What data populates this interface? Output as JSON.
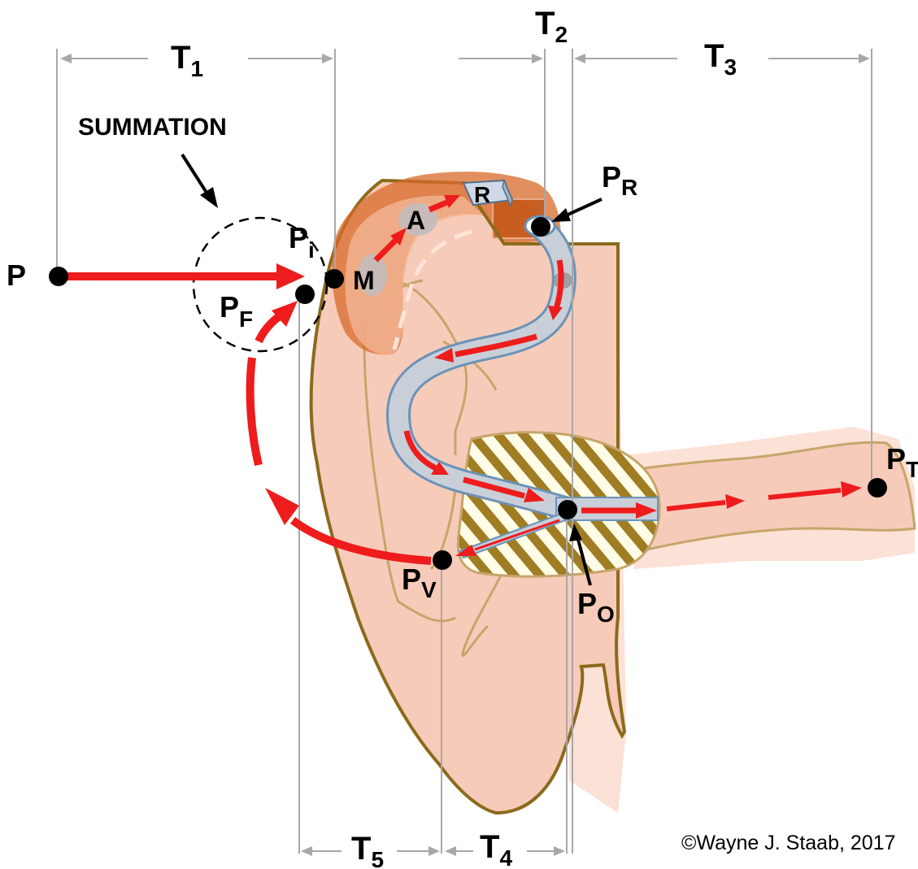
{
  "labels": {
    "summation": "SUMMATION",
    "p": "P",
    "p_i_main": "P",
    "p_i_sub": "i",
    "p_f_main": "P",
    "p_f_sub": "F",
    "p_r_main": "P",
    "p_r_sub": "R",
    "p_v_main": "P",
    "p_v_sub": "V",
    "p_o_main": "P",
    "p_o_sub": "O",
    "p_t_main": "P",
    "p_t_sub": "T",
    "microphone": "M",
    "amplifier": "A",
    "receiver": "R"
  },
  "dimensions": {
    "t1_main": "T",
    "t1_sub": "1",
    "t2_main": "T",
    "t2_sub": "2",
    "t3_main": "T",
    "t3_sub": "3",
    "t4_main": "T",
    "t4_sub": "4",
    "t5_main": "T",
    "t5_sub": "5"
  },
  "copyright": "©Wayne J. Staab, 2017",
  "colors": {
    "ear_fill": "#f7cbb9",
    "ear_outline": "#8b6a1c",
    "hearing_aid_body": "#d86a2a",
    "tube_fill": "#c9cfd8",
    "tube_outline": "#6a93b8",
    "signal_arrow": "#ee1c1c",
    "dimension_line": "#a8a8a8",
    "hatch": "#a07d22"
  }
}
